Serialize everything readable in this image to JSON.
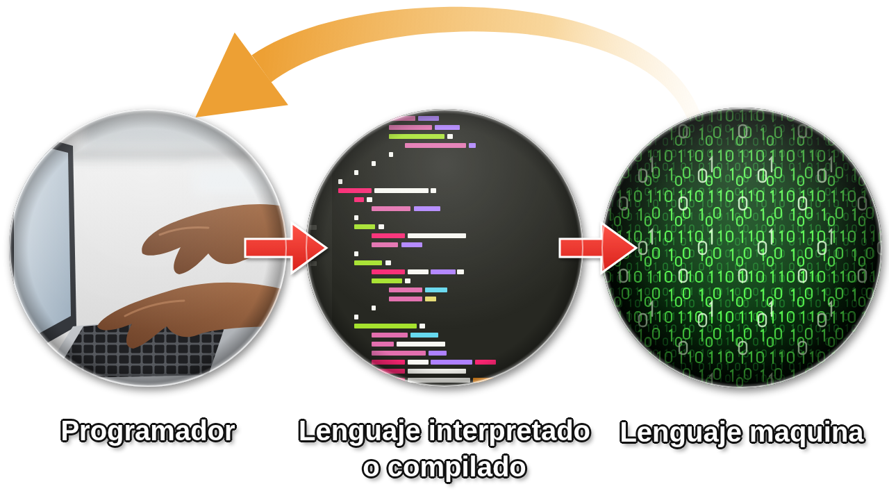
{
  "diagram": {
    "nodes": [
      {
        "text": [
          "Programador"
        ]
      },
      {
        "text": [
          "Lenguaje interpretado o compilado"
        ]
      },
      {
        "text": [
          "Lenguaje maquina"
        ]
      }
    ],
    "edges": [
      {
        "from": 0,
        "to": 1,
        "arrow": "to"
      },
      {
        "from": 1,
        "to": 2,
        "arrow": "to"
      },
      {
        "from": 2,
        "to": 0,
        "arrow": "to"
      }
    ]
  }
}
